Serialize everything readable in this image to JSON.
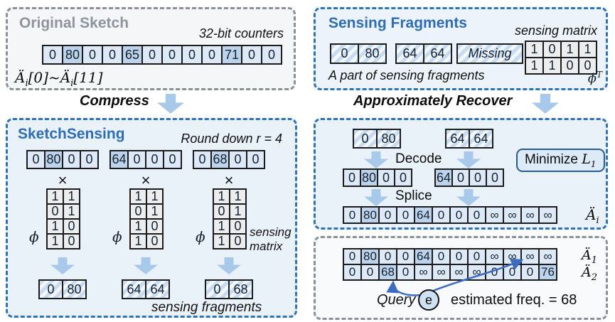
{
  "palette": {
    "accent_blue": "#2d6db6",
    "gray_title": "#8f959c",
    "cell_blue": "#dde9f6",
    "cell_highlight": "#bdd3ec",
    "arrow_blue": "#a9c9ea",
    "curve_arrow_blue": "#3b6cc0",
    "box_border_blue": "#2f74b8",
    "box_border_gray": "#8b9196"
  },
  "original": {
    "title": "Original Sketch",
    "note": "32-bit counters",
    "cells": [
      "0",
      "80",
      "0",
      "0",
      "65",
      "0",
      "0",
      "0",
      "0",
      "71",
      "0",
      "0"
    ],
    "label": {
      "sym": "Ä",
      "sub": "i",
      "mid": "[0]~",
      "sym2": "Ä",
      "sub2": "i",
      "end": "[11]"
    }
  },
  "sensing": {
    "title": "Sensing Fragments",
    "note": "sensing matrix",
    "fragments": [
      [
        "0",
        "80"
      ],
      [
        "64",
        "64"
      ],
      [
        "Missing"
      ]
    ],
    "caption": "A part of sensing fragments",
    "matrix": [
      [
        "1",
        "0",
        "1",
        "1"
      ],
      [
        "1",
        "1",
        "0",
        "0"
      ]
    ],
    "phi": "ϕ",
    "phi_sup": "T"
  },
  "compress_label": "Compress",
  "recover_stage_label": "Approximately Recover",
  "sketchsensing": {
    "title": "SketchSensing",
    "note": "Round down r = 4",
    "vectors": [
      [
        "0",
        "80",
        "0",
        "0"
      ],
      [
        "64",
        "0",
        "0",
        "0"
      ],
      [
        "0",
        "68",
        "0",
        "0"
      ]
    ],
    "times": "×",
    "phi": "ϕ",
    "phi_matrix": [
      [
        "1",
        "1"
      ],
      [
        "0",
        "1"
      ],
      [
        "1",
        "0"
      ],
      [
        "1",
        "0"
      ]
    ],
    "matrix_note": "sensing matrix",
    "fragments": [
      [
        "0",
        "80"
      ],
      [
        "64",
        "64"
      ],
      [
        "0",
        "68"
      ]
    ],
    "caption": "sensing fragments"
  },
  "recover": {
    "fragments": [
      [
        "0",
        "80"
      ],
      [
        "64",
        "64"
      ]
    ],
    "decode_label": "Decode",
    "vectors": [
      [
        "0",
        "80",
        "0",
        "0"
      ],
      [
        "64",
        "0",
        "0",
        "0"
      ]
    ],
    "minimize": {
      "text": "Minimize ",
      "sym": "L",
      "sub": "1"
    },
    "splice_label": "Splice",
    "result": [
      "0",
      "80",
      "0",
      "0",
      "64",
      "0",
      "0",
      "0",
      "∞",
      "∞",
      "∞",
      "∞"
    ],
    "label": {
      "sym": "Ä",
      "sub": "i"
    }
  },
  "query": {
    "rows": [
      {
        "cells": [
          "0",
          "80",
          "0",
          "0",
          "64",
          "0",
          "0",
          "0",
          "∞",
          "∞",
          "∞",
          "∞"
        ],
        "label": {
          "sym": "Ä",
          "sub": "1"
        }
      },
      {
        "cells": [
          "0",
          "0",
          "68",
          "0",
          "∞",
          "∞",
          "∞",
          "∞",
          "0",
          "0",
          "0",
          "76"
        ],
        "label": {
          "sym": "Ä",
          "sub": "2"
        }
      }
    ],
    "query_label": "Query",
    "e_label": "e",
    "freq_label": "estimated freq. = 68"
  }
}
